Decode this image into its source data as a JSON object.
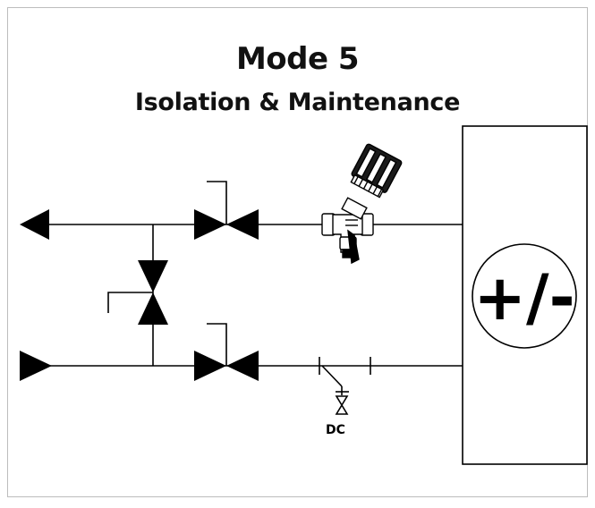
{
  "diagram": {
    "title": "Mode 5",
    "subtitle": "Isolation & Maintenance",
    "terminal_unit_label": "+/-",
    "drain_valve_label": "DC"
  }
}
